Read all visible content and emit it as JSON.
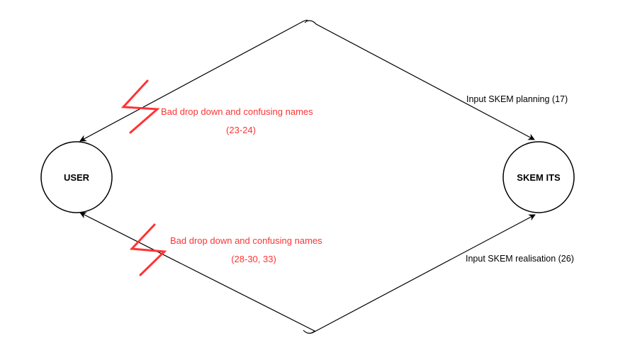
{
  "colors": {
    "issue": "#ff3333",
    "line": "#000000"
  },
  "nodes": {
    "user": {
      "label": "USER"
    },
    "skem": {
      "label": "SKEM ITS"
    }
  },
  "edges": {
    "planning": {
      "label": "Input SKEM planning (17)"
    },
    "realisation": {
      "label": "Input SKEM realisation (26)"
    }
  },
  "issues": {
    "top": {
      "line1": "Bad drop down and confusing names",
      "line2": "(23-24)"
    },
    "bottom": {
      "line1": "Bad drop down and confusing names",
      "line2": "(28-30, 33)"
    }
  }
}
